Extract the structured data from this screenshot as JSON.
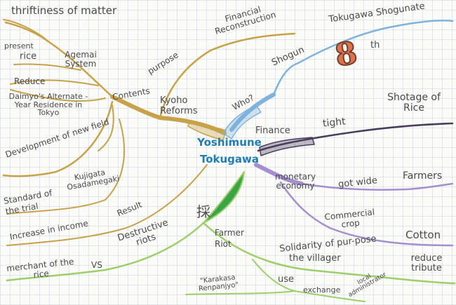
{
  "center": {
    "line1": "Yoshimune",
    "line2": "Tokugawa"
  },
  "kanji_mark": "採",
  "gold_branch": {
    "main": "Kyoho Reforms",
    "purpose_label": "purpose",
    "purpose_value": "Financial Reconstruction",
    "contents_label": "Contents",
    "items": {
      "thrift": "thriftiness of matter",
      "present": "present",
      "rice": "rice",
      "agemai": "Agemai System",
      "reduce": "Reduce",
      "daimyo": "Daimyo's Alternate -Year Residence in Tokyo",
      "development": "Development of new field",
      "kujigata": "Kujigata Osadamegaki",
      "standard": "Standard of the trial",
      "income": "Increase in income",
      "result": "Result"
    }
  },
  "blue_branch": {
    "who": "Who?",
    "shogun": "Shogun",
    "shogunate": "Tokugawa Shogunate",
    "eighth_digit": "8",
    "eighth_suffix": "th"
  },
  "dark_branch": {
    "finance": "Finance",
    "tight": "tight",
    "shortage": "Shotage of Rice"
  },
  "purple_branch": {
    "monetary": "monetary economy",
    "spread": "got wide",
    "farmers": "Farmers",
    "commercial": "Commercial crop",
    "cotton": "Cotton"
  },
  "green_branch": {
    "destructive": "Destructive riots",
    "vs": "VS",
    "merchant": "merchant of the rice",
    "farmer_riot": "Farmer Riot",
    "solidarity": "Solidarity of pur-pose",
    "villager": "the villager",
    "reduce_tribute": "reduce tribute",
    "karakasa": "\"Karakasa Renpanjyo\"",
    "use": "use",
    "exchange": "exchange",
    "local_admin": "local administrator"
  },
  "colors": {
    "gold": "#c8a24a",
    "blue": "#7fb3de",
    "dark": "#4a3d5c",
    "purple": "#a58fd0",
    "green": "#9ccf6a",
    "center_text": "#1e7fb8",
    "eighth_fill": "#d9754d"
  }
}
